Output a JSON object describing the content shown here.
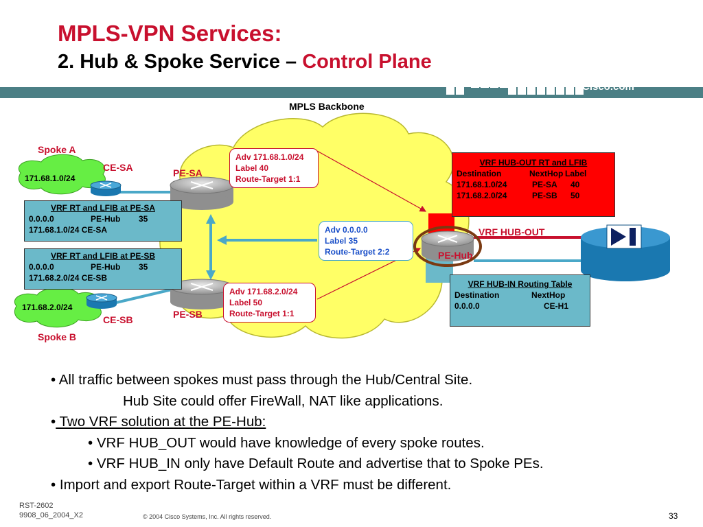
{
  "slide": {
    "title_line1": "MPLS-VPN Services:",
    "title_line2_prefix": "2. Hub & Spoke Service –",
    "title_line2_suffix": "Control Plane",
    "brand": "Cisco.com"
  },
  "diagram": {
    "backbone_label": "MPLS Backbone",
    "spoke_a": {
      "label": "Spoke A",
      "subnet": "171.68.1.0/24",
      "ce": "CE-SA"
    },
    "spoke_b": {
      "label": "Spoke B",
      "subnet": "171.68.2.0/24",
      "ce": "CE-SB"
    },
    "pe_sa": "PE-SA",
    "pe_sb": "PE-SB",
    "pe_hub": "PE-Hub",
    "vrf_hub_out": "VRF HUB-OUT",
    "vrf_hub_in": "VRF HUB-IN",
    "adv_sa": [
      "Adv 171.68.1.0/24",
      "Label 40",
      "Route-Target 1:1"
    ],
    "adv_sb": [
      "Adv 171.68.2.0/24",
      "Label 50",
      "Route-Target 1:1"
    ],
    "adv_hub": [
      "Adv 0.0.0.0",
      "Label 35",
      "Route-Target 2:2"
    ],
    "table_pe_sa": {
      "title": "VRF RT and LFIB at PE-SA",
      "rows": [
        [
          "0.0.0.0",
          "PE-Hub",
          "35"
        ],
        [
          "171.68.1.0/24 CE-SA",
          "",
          ""
        ]
      ]
    },
    "table_pe_sb": {
      "title": "VRF RT and LFIB at PE-SB",
      "rows": [
        [
          "0.0.0.0",
          "PE-Hub",
          "35"
        ],
        [
          "171.68.2.0/24 CE-SB",
          "",
          ""
        ]
      ]
    },
    "table_hub_out": {
      "title": "VRF HUB-OUT RT and LFIB",
      "headers": [
        "Destination",
        "NextHop",
        "Label"
      ],
      "rows": [
        [
          "171.68.1.0/24",
          "PE-SA",
          "40"
        ],
        [
          "171.68.2.0/24",
          "PE-SB",
          "50"
        ]
      ]
    },
    "table_hub_in": {
      "title": "VRF HUB-IN Routing Table",
      "headers": [
        "Destination",
        "NextHop"
      ],
      "rows": [
        [
          "0.0.0.0",
          "CE-H1"
        ]
      ]
    },
    "colors": {
      "cloud": "#ffff66",
      "spoke_cloud": "#66ee44",
      "red": "#c8102e",
      "table_blue": "#6bb9c9",
      "band": "#4b7f85"
    }
  },
  "bullets": {
    "b1": "• All traffic between spokes must pass through the Hub/Central Site.",
    "b1_cont": "Hub Site could offer  FireWall, NAT like applications.",
    "b2_bullet": "•",
    "b2": " Two VRF solution at the PE-Hub:",
    "b2_sub1": "• VRF HUB_OUT would have knowledge of every spoke routes.",
    "b2_sub2": "• VRF HUB_IN  only have Default Route and advertise that to Spoke PEs.",
    "b3": "• Import and export Route-Target within a VRF must be different."
  },
  "footer": {
    "session": "RST-2602",
    "code": "9908_06_2004_X2",
    "copyright": "© 2004 Cisco Systems, Inc. All rights reserved.",
    "page": "33"
  }
}
